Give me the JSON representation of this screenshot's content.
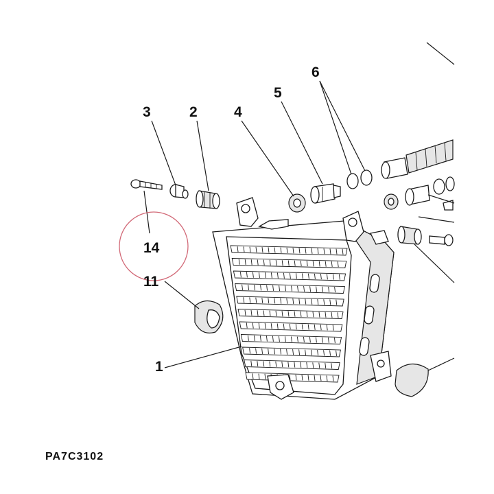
{
  "diagram": {
    "callouts": [
      {
        "id": "c1",
        "text": "1"
      },
      {
        "id": "c2",
        "text": "2"
      },
      {
        "id": "c3",
        "text": "3"
      },
      {
        "id": "c4",
        "text": "4"
      },
      {
        "id": "c5",
        "text": "5"
      },
      {
        "id": "c6",
        "text": "6"
      },
      {
        "id": "c11",
        "text": "11"
      },
      {
        "id": "c14",
        "text": "14"
      }
    ],
    "highlight_color": "#d26a78",
    "figure_code": "PA7C3102"
  }
}
